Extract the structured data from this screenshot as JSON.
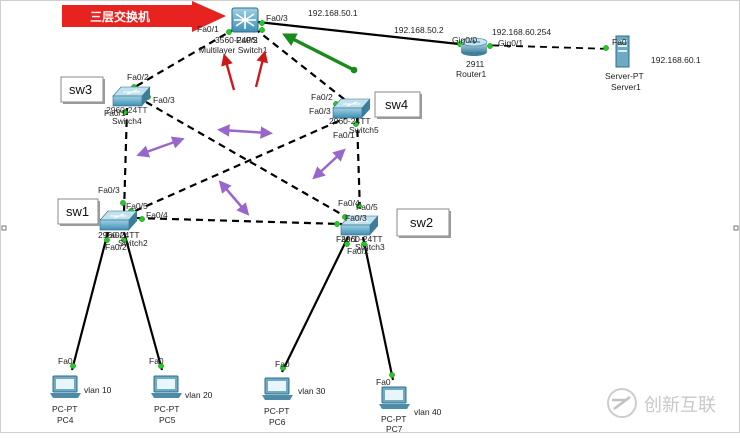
{
  "banner": {
    "text": "三层交换机",
    "fill": "#e8231f"
  },
  "watermark": {
    "text": "创新互联"
  },
  "colors": {
    "purple": "#9966cc",
    "red": "#cc1a1a",
    "green": "#1a8a1a"
  },
  "ms": {
    "model": "3560-24PS",
    "caption": "Multilayer Switch1",
    "ports": {
      "fa01": "Fa0/1",
      "fa02": "Fa0/2",
      "fa03": "Fa0/3"
    }
  },
  "router": {
    "model": "2911",
    "caption": "Router1",
    "gig00": "Gig0/0",
    "gig01": "Gig0/1",
    "ip1": "192.168.50.2",
    "ip2": "192.168.60.254"
  },
  "msip": "192.168.50.1",
  "server": {
    "model": "Server-PT",
    "caption": "Server1",
    "port": "Fa0",
    "ip": "192.168.60.1"
  },
  "sw3": {
    "tag": "sw3",
    "model": "2960-24TT",
    "caption": "Switch4",
    "p1": "Fa0/2",
    "p2": "Fa0/3",
    "p3": "Fa0/1"
  },
  "sw4": {
    "tag": "sw4",
    "model": "2960-24TT",
    "caption": "Switch5",
    "p1": "Fa0/2",
    "p2": "Fa0/3",
    "p3": "Fa0/1"
  },
  "sw1": {
    "tag": "sw1",
    "model": "2960-24TT",
    "caption": "Switch2",
    "p1": "Fa0/3",
    "p2": "Fa0/5",
    "p3": "Fa0/4",
    "p4": "Fa0/1",
    "p5": "Fa0/2"
  },
  "sw2": {
    "tag": "sw2",
    "model": "2960-24TT",
    "caption": "Switch3",
    "p1": "Fa0/4",
    "p2": "Fa0/5",
    "p3": "Fa0/3",
    "p4": "Fa0/1",
    "p5": "Fa0/2"
  },
  "pcs": [
    {
      "caption": "PC4",
      "model": "PC-PT",
      "port": "Fa0",
      "vlan": "vlan 10"
    },
    {
      "caption": "PC5",
      "model": "PC-PT",
      "port": "Fa0",
      "vlan": "vlan 20"
    },
    {
      "caption": "PC6",
      "model": "PC-PT",
      "port": "Fa0",
      "vlan": "vlan 30"
    },
    {
      "caption": "PC7",
      "model": "PC-PT",
      "port": "Fa0",
      "vlan": "vlan 40"
    }
  ]
}
